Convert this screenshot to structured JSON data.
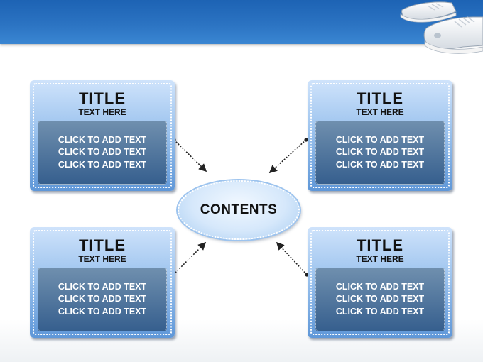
{
  "center": {
    "label": "CONTENTS"
  },
  "boxes": [
    {
      "title": "TITLE",
      "subtitle": "TEXT HERE",
      "lines": [
        "CLICK TO ADD TEXT",
        "CLICK TO ADD TEXT",
        "CLICK TO ADD TEXT"
      ]
    },
    {
      "title": "TITLE",
      "subtitle": "TEXT HERE",
      "lines": [
        "CLICK TO ADD TEXT",
        "CLICK TO ADD TEXT",
        "CLICK TO ADD TEXT"
      ]
    },
    {
      "title": "TITLE",
      "subtitle": "TEXT HERE",
      "lines": [
        "CLICK TO ADD TEXT",
        "CLICK TO ADD TEXT",
        "CLICK TO ADD TEXT"
      ]
    },
    {
      "title": "TITLE",
      "subtitle": "TEXT HERE",
      "lines": [
        "CLICK TO ADD TEXT",
        "CLICK TO ADD TEXT",
        "CLICK TO ADD TEXT"
      ]
    }
  ],
  "colors": {
    "header_band": "#2b73c2",
    "box_frame": "#7fb0e6",
    "box_body": "#4a6f98",
    "ellipse": "#d6e8fb",
    "connector": "#222222"
  },
  "decoration": {
    "image": "sneakers-icon"
  }
}
